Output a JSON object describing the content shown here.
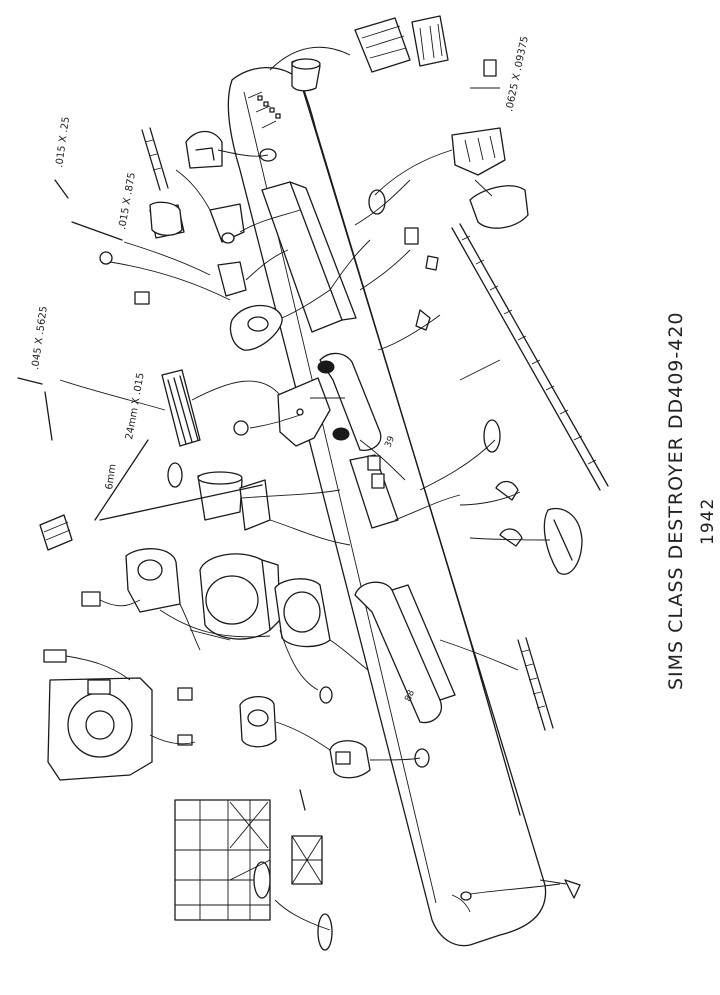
{
  "title": {
    "main": "SIMS CLASS DESTROYER  DD409-420",
    "year": "1942"
  },
  "dimensions": [
    {
      "id": "dim-0625x09375",
      "text": ".0625 X .09375"
    },
    {
      "id": "dim-015x25",
      "text": ".015 X .25"
    },
    {
      "id": "dim-015x875",
      "text": ".015 X .875"
    },
    {
      "id": "dim-045x5625",
      "text": ".045 X .5625"
    },
    {
      "id": "dim-24mmx015",
      "text": "24mm X .015"
    },
    {
      "id": "dim-6mm",
      "text": "6mm"
    }
  ],
  "part_marks": [
    {
      "id": "mark-39",
      "text": "39"
    },
    {
      "id": "mark-88",
      "text": "88"
    }
  ]
}
